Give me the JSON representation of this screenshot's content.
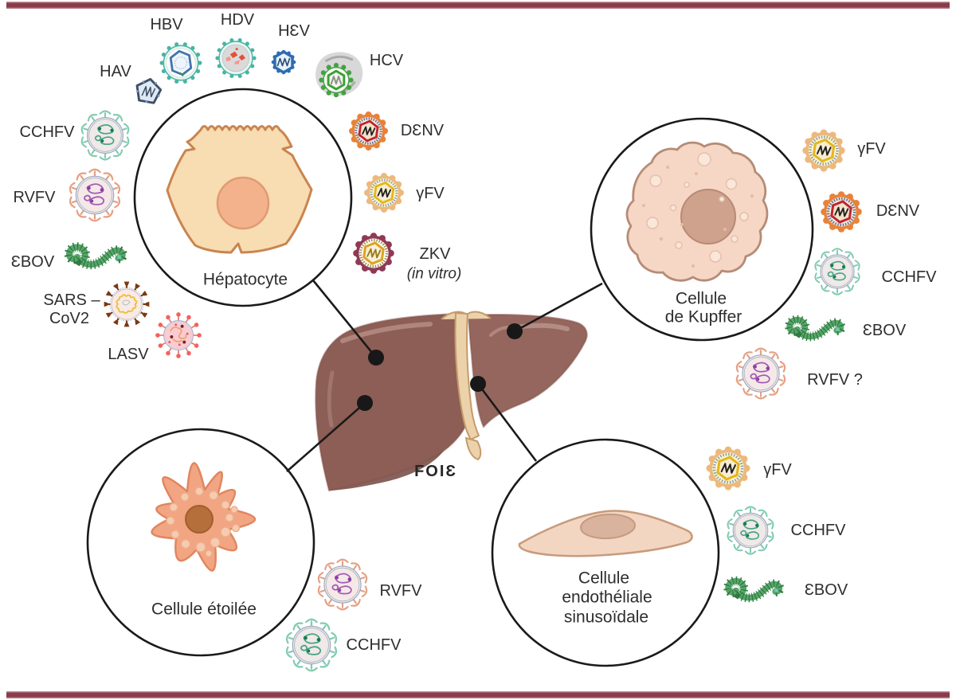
{
  "palette": {
    "frame_bar": "#8a3b4a",
    "liver_left_lobe": "#8d5e55",
    "liver_right_lobe": "#95665d",
    "falciform_ligament": "#ecd2ab",
    "circle_stroke": "#1a1a1a",
    "hepatocyte_cell": "#f8dcb2",
    "kupffer_cell": "#f6d6c4",
    "stellate_cell": "#f2a582",
    "endothelial_cell": "#f3d6c2"
  },
  "icons": {
    "hav": "pentagon-capsid-virus-icon",
    "hbv": "spiked-envelope-hexagon-core-virus-icon",
    "hdv": "spiked-envelope-delta-antigen-virus-icon",
    "hev": "gear-capsid-virus-icon",
    "hcv": "lipoviroparticle-virus-icon",
    "flavivirus": "scalloped-envelope-hexagon-core-virus-icon",
    "bunyavirus": "t-spike-envelope-rna-virus-icon",
    "ebov": "filamentous-virus-icon",
    "sars": "coronavirus-icon",
    "lasv": "lollipop-spike-virus-icon"
  },
  "liver": {
    "label": "FOIƐ"
  },
  "groups": {
    "hepatocyte": {
      "cell_label": "Hépatocyte",
      "viruses": {
        "hav": "HAV",
        "hbv": "HBV",
        "hdv": "HDV",
        "hev": "HƐV",
        "hcv": "HCV",
        "denv": "DƐNV",
        "yfv": "γFV",
        "zkv": "ZKV",
        "zkv_note": "(in vitro)",
        "cchfv": "CCHFV",
        "rvfv": "RVFV",
        "ebov": "ƐBOV",
        "sars_line1": "SARS –",
        "sars_line2": "CoV2",
        "lasv": "LASV"
      }
    },
    "kupffer": {
      "cell_label_line1": "Cellule",
      "cell_label_line2": "de Kupffer",
      "viruses": {
        "yfv": "γFV",
        "denv": "DƐNV",
        "cchfv": "CCHFV",
        "ebov": "ƐBOV",
        "rvfv": "RVFV ?"
      }
    },
    "stellate": {
      "cell_label": "Cellule étoilée",
      "viruses": {
        "rvfv": "RVFV",
        "cchfv": "CCHFV"
      }
    },
    "endothelial": {
      "cell_label_line1": "Cellule",
      "cell_label_line2": "endothéliale",
      "cell_label_line3": "sinusoïdale",
      "viruses": {
        "yfv": "γFV",
        "cchfv": "CCHFV",
        "ebov": "ƐBOV"
      }
    }
  }
}
